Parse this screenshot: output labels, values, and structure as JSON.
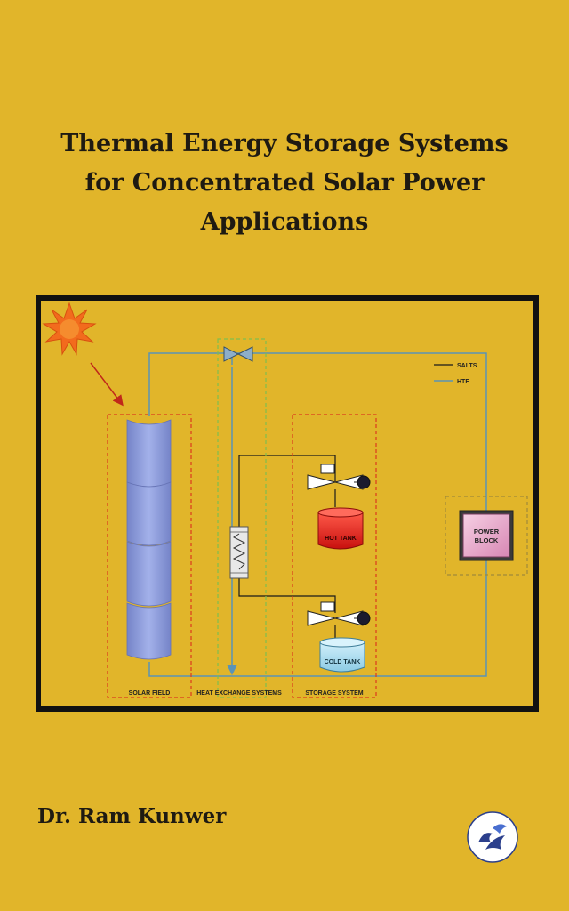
{
  "title_lines": [
    "Thermal Energy Storage Systems",
    "for Concentrated Solar Power",
    "Applications"
  ],
  "author": "Dr. Ram Kunwer",
  "diagram": {
    "legend": {
      "salts": "SALTS",
      "htf": "HTF"
    },
    "zones": {
      "solar_field": "SOLAR FIELD",
      "heat_exchange": "HEAT EXCHANGE SYSTEMS",
      "storage": "STORAGE SYSTEM"
    },
    "hot_tank": "HOT TANK",
    "cold_tank": "COLD TANK",
    "power_block_line1": "POWER",
    "power_block_line2": "BLOCK"
  },
  "colors": {
    "background": "#e1b52a",
    "salts_line": "#1a1a1a",
    "htf_line": "#5b93b5",
    "hot_tank": "#e0201e",
    "cold_tank": "#a7d8ec",
    "collector": "#8fa0dd",
    "power_block": "#e6a9c9",
    "zone_border_red": "#dd3a1e",
    "zone_border_green": "#7fbf4e"
  },
  "icons": [
    "sun-icon",
    "valve-icon",
    "publisher-logo-icon"
  ]
}
